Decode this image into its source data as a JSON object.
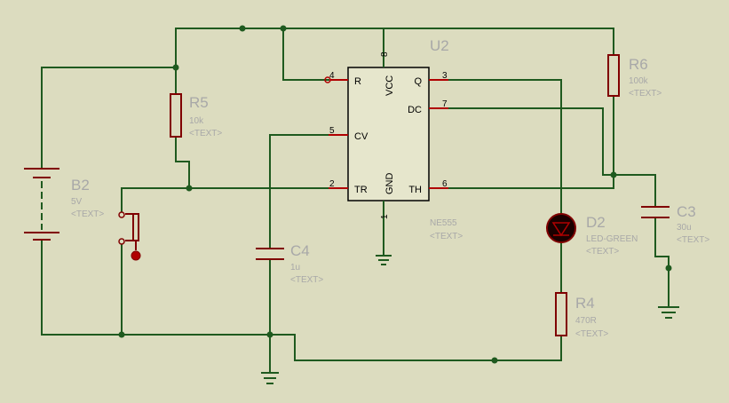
{
  "components": {
    "u2": {
      "ref": "U2",
      "value": "NE555",
      "text": "<TEXT>"
    },
    "r5": {
      "ref": "R5",
      "value": "10k",
      "text": "<TEXT>"
    },
    "r6": {
      "ref": "R6",
      "value": "100k",
      "text": "<TEXT>"
    },
    "r4": {
      "ref": "R4",
      "value": "470R",
      "text": "<TEXT>"
    },
    "b2": {
      "ref": "B2",
      "value": "5V",
      "text": "<TEXT>"
    },
    "c4": {
      "ref": "C4",
      "value": "1u",
      "text": "<TEXT>"
    },
    "c3": {
      "ref": "C3",
      "value": "30u",
      "text": "<TEXT>"
    },
    "d2": {
      "ref": "D2",
      "value": "LED-GREEN",
      "text": "<TEXT>"
    }
  },
  "ic_pins": {
    "r": {
      "name": "R",
      "num": "4"
    },
    "vcc": {
      "name": "VCC",
      "num": "8"
    },
    "q": {
      "name": "Q",
      "num": "3"
    },
    "dc": {
      "name": "DC",
      "num": "7"
    },
    "cv": {
      "name": "CV",
      "num": "5"
    },
    "tr": {
      "name": "TR",
      "num": "2"
    },
    "gnd": {
      "name": "GND",
      "num": "1"
    },
    "th": {
      "name": "TH",
      "num": "6"
    }
  },
  "colors": {
    "background": "#dcdcbf",
    "wire": "#1f5a1f",
    "component_body": "#800000",
    "label_gray": "#a8a8a8"
  }
}
